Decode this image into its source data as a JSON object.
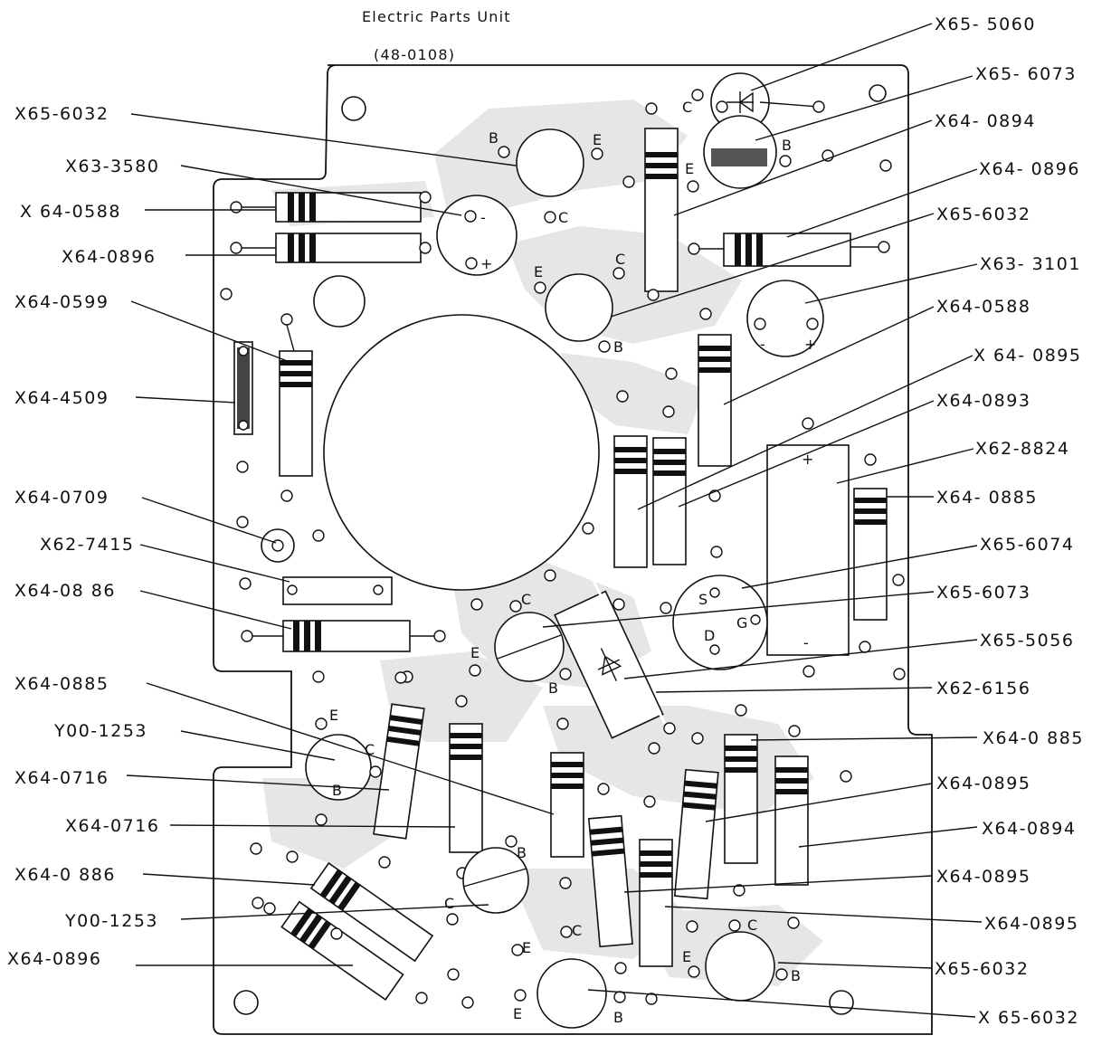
{
  "header": {
    "title": "Electric Parts Unit",
    "part_number": "(48-0108)"
  },
  "labels": {
    "l0": "X65- 5060",
    "l1": "X65- 6073",
    "l2": "X65-6032",
    "l3": "X64- 0894",
    "l4": "X63-3580",
    "l5": "X64- 0896",
    "l6": "X 64-0588",
    "l7": "X65-6032",
    "l8": "X64-0896",
    "l9": "X63- 3101",
    "l10": "X64-0599",
    "l11": "X64-0588",
    "l12": "X 64- 0895",
    "l13": "X64-4509",
    "l14": "X64-0893",
    "l15": "X62-8824",
    "l16": "X64-0709",
    "l17": "X64- 0885",
    "l18": "X62-7415",
    "l19": "X65-6074",
    "l20": "X64-08 86",
    "l21": "X65-6073",
    "l22": "X65-5056",
    "l23": "X64-0885",
    "l24": "X62-6156",
    "l25": "Y00-1253",
    "l26": "X64-0 885",
    "l27": "X64-0716",
    "l28": "X64-0895",
    "l29": "X64-0716",
    "l30": "X64-0894",
    "l31": "X64-0 886",
    "l32": "X64-0895",
    "l33": "Y00-1253",
    "l34": "X64-0895",
    "l35": "X64-0896",
    "l36": "X65-6032",
    "l37": "X 65-6032"
  },
  "pins": {
    "p_b1": "B",
    "p_e1": "E",
    "p_c1": "C",
    "p_c2": "C",
    "p_e2": "E",
    "p_b2": "B",
    "p_e3": "E",
    "p_c3": "C",
    "p_b3": "B",
    "p_minus1": "-",
    "p_plus1": "+",
    "p_minus2": "-",
    "p_plus2": "+",
    "p_plus3": "+",
    "p_minus3": "-",
    "p_s": "S",
    "p_g": "G",
    "p_d": "D",
    "p_c4": "C",
    "p_e4": "E",
    "p_b4": "B",
    "p_e5": "E",
    "p_c5": "C",
    "p_b5": "B",
    "p_b6": "B",
    "p_c6": "C",
    "p_e6": "E",
    "p_c7": "C",
    "p_e7": "E",
    "p_b7": "B",
    "p_c8": "C",
    "p_e8": "E",
    "p_b8": "B"
  }
}
